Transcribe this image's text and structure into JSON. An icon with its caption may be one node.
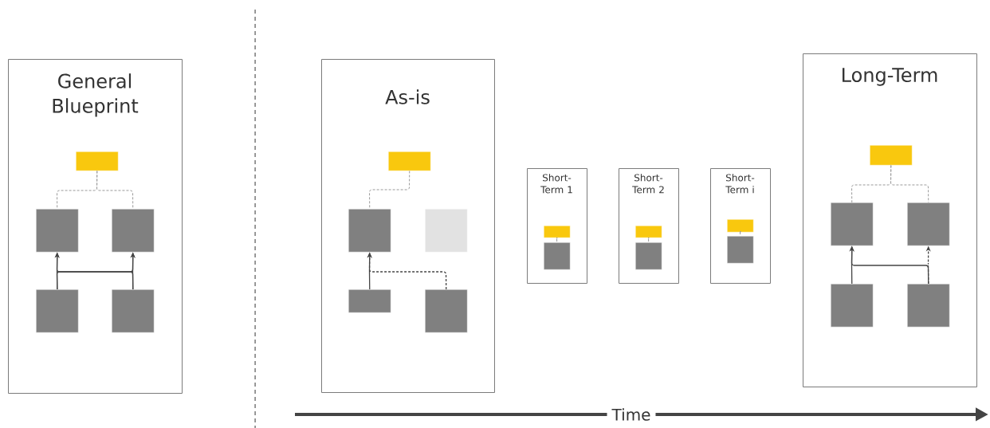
{
  "diagram": {
    "nodes": [
      {
        "text": [
          "General Blueprint"
        ]
      },
      {
        "text": [],
        "shape": "box",
        "in": 0
      },
      {
        "text": [],
        "shape": "box",
        "in": 0
      },
      {
        "text": [],
        "shape": "box",
        "in": 0
      },
      {
        "text": [],
        "shape": "box",
        "in": 0
      },
      {
        "text": [],
        "shape": "box",
        "in": 0
      },
      {
        "text": [
          "As-is"
        ]
      },
      {
        "text": [],
        "shape": "box",
        "in": 6
      },
      {
        "text": [],
        "shape": "box",
        "in": 6
      },
      {
        "text": [],
        "shape": "box",
        "in": 6
      },
      {
        "text": [],
        "shape": "box",
        "in": 6
      },
      {
        "text": [],
        "shape": "box",
        "in": 6
      },
      {
        "text": [
          "Short-Term 1"
        ]
      },
      {
        "text": [],
        "shape": "box",
        "in": 12
      },
      {
        "text": [],
        "shape": "box",
        "in": 12
      },
      {
        "text": [
          "Short-Term 2"
        ]
      },
      {
        "text": [],
        "shape": "box",
        "in": 15
      },
      {
        "text": [],
        "shape": "box",
        "in": 15
      },
      {
        "text": [
          "Short-Term i"
        ]
      },
      {
        "text": [],
        "shape": "box",
        "in": 18
      },
      {
        "text": [],
        "shape": "box",
        "in": 18
      },
      {
        "text": [
          "Long-Term"
        ]
      },
      {
        "text": [],
        "shape": "box",
        "in": 21
      },
      {
        "text": [],
        "shape": "box",
        "in": 21
      },
      {
        "text": [],
        "shape": "box",
        "in": 21
      },
      {
        "text": [],
        "shape": "box",
        "in": 21
      },
      {
        "text": [],
        "shape": "box",
        "in": 21
      }
    ],
    "edges": [
      {
        "from": 1,
        "to": 2,
        "arrow": "none",
        "style": "dashed",
        "color": "#999999"
      },
      {
        "from": 1,
        "to": 3,
        "arrow": "none",
        "style": "dashed",
        "color": "#999999"
      },
      {
        "from": 4,
        "to": 2,
        "arrow": "to"
      },
      {
        "from": 4,
        "to": 3,
        "arrow": "to"
      },
      {
        "from": 5,
        "to": 2,
        "arrow": "to"
      },
      {
        "from": 5,
        "to": 3,
        "arrow": "to"
      },
      {
        "from": 7,
        "to": 8,
        "arrow": "none",
        "style": "dashed",
        "color": "#999999"
      },
      {
        "from": 10,
        "to": 8,
        "arrow": "to"
      },
      {
        "from": 11,
        "to": 8,
        "arrow": "to",
        "style": "dashed"
      },
      {
        "from": 13,
        "to": 14,
        "arrow": "none",
        "style": "dashed",
        "color": "#999999"
      },
      {
        "from": 16,
        "to": 17,
        "arrow": "none",
        "style": "dashed",
        "color": "#999999"
      },
      {
        "from": 19,
        "to": 20,
        "arrow": "none",
        "style": "dashed",
        "color": "#999999"
      },
      {
        "from": 22,
        "to": 23,
        "arrow": "none",
        "style": "dashed",
        "color": "#999999"
      },
      {
        "from": 22,
        "to": 24,
        "arrow": "none",
        "style": "dashed",
        "color": "#999999"
      },
      {
        "from": 25,
        "to": 23,
        "arrow": "to"
      },
      {
        "from": 26,
        "to": 23,
        "arrow": "to"
      },
      {
        "from": 26,
        "to": 24,
        "arrow": "to",
        "style": "dashed"
      }
    ],
    "labels": [
      "Time"
    ]
  }
}
